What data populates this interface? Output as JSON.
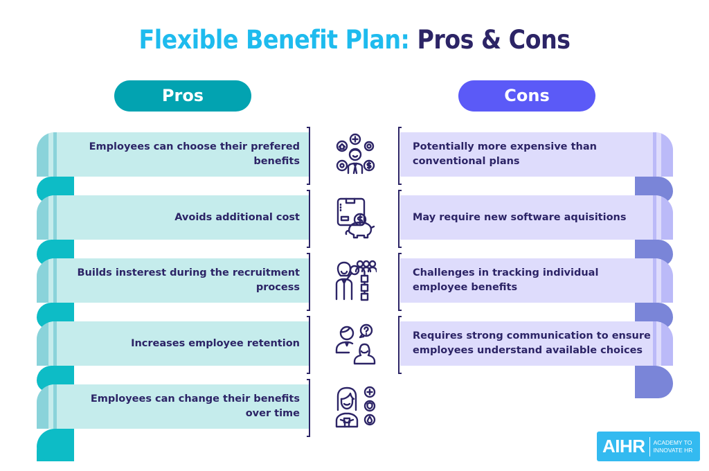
{
  "title": {
    "part1": "Flexible Benefit Plan:",
    "part2": "Pros & Cons"
  },
  "pros": {
    "label": "Pros",
    "items": [
      {
        "text": "Employees can choose their prefered benefits",
        "icon": "employee-choices-icon"
      },
      {
        "text": "Avoids additional cost",
        "icon": "savings-piggy-bank-icon"
      },
      {
        "text": "Builds insterest during the recruitment process",
        "icon": "recruiter-org-chart-icon"
      },
      {
        "text": "Increases employee retention",
        "icon": "conversation-question-icon"
      },
      {
        "text": "Employees can change their benefits over time",
        "icon": "employee-benefit-options-icon"
      }
    ]
  },
  "cons": {
    "label": "Cons",
    "items": [
      {
        "text": "Potentially more expensive than conventional plans"
      },
      {
        "text": "May require new software aquisitions"
      },
      {
        "text": "Challenges in tracking individual employee benefits"
      },
      {
        "text": "Requires strong communication to ensure employees understand available choices"
      }
    ]
  },
  "logo": {
    "brand": "AIHR",
    "tagline_line1": "ACADEMY TO",
    "tagline_line2": "INNOVATE HR"
  },
  "colors": {
    "title_accent": "#1ebbee",
    "title_dark": "#2c2466",
    "pros_pill": "#02a3b1",
    "cons_pill": "#5b5af7",
    "pros_band": "#c5ecec",
    "pros_curl": "#0dbcc6",
    "cons_band": "#dedcfc",
    "cons_curl": "#7a85d8",
    "logo_bg": "#33baf0"
  }
}
